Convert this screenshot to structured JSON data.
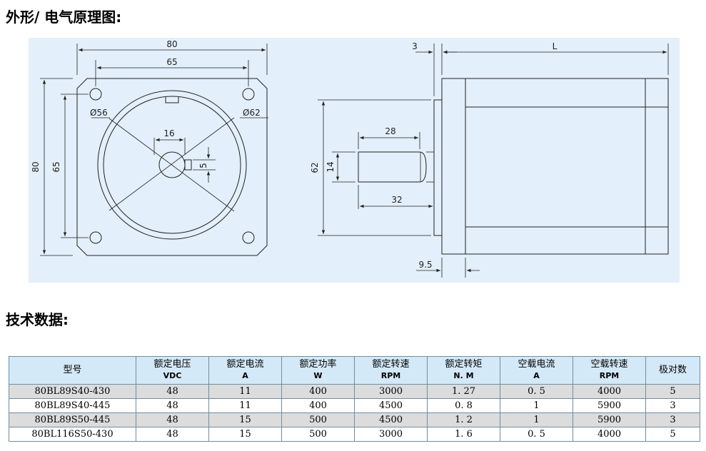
{
  "heading_drawing": "外形/ 电气原理图:",
  "heading_specs": "技术数据:",
  "drawing": {
    "front_view": {
      "dim_80_width": "80",
      "dim_65_width": "65",
      "dim_80_height": "80",
      "dim_65_height": "65",
      "dim_d56": "Ø56",
      "dim_d62": "Ø62",
      "dim_16": "16",
      "dim_5": "5"
    },
    "side_view": {
      "dim_3": "3",
      "dim_L": "L",
      "dim_28": "28",
      "dim_62": "62",
      "dim_14": "14",
      "dim_32": "32",
      "dim_9_5": "9.5"
    }
  },
  "table": {
    "headers": [
      {
        "label": "型号",
        "unit": ""
      },
      {
        "label": "额定电压",
        "unit": "VDC"
      },
      {
        "label": "额定电流",
        "unit": "A"
      },
      {
        "label": "额定功率",
        "unit": "W"
      },
      {
        "label": "额定转速",
        "unit": "RPM"
      },
      {
        "label": "额定转矩",
        "unit": "N. M"
      },
      {
        "label": "空载电流",
        "unit": "A"
      },
      {
        "label": "空载转速",
        "unit": "RPM"
      },
      {
        "label": "极对数",
        "unit": ""
      }
    ],
    "rows": [
      [
        "80BL89S40-430",
        "48",
        "11",
        "400",
        "3000",
        "1. 27",
        "0. 5",
        "4000",
        "5"
      ],
      [
        "80BL89S40-445",
        "48",
        "11",
        "400",
        "4500",
        "0. 8",
        "1",
        "5900",
        "3"
      ],
      [
        "80BL89S50-445",
        "48",
        "15",
        "500",
        "4500",
        "1. 2",
        "1",
        "5900",
        "3"
      ],
      [
        "80BL116S50-430",
        "48",
        "15",
        "500",
        "3000",
        "1. 6",
        "0. 5",
        "4000",
        "5"
      ]
    ]
  }
}
